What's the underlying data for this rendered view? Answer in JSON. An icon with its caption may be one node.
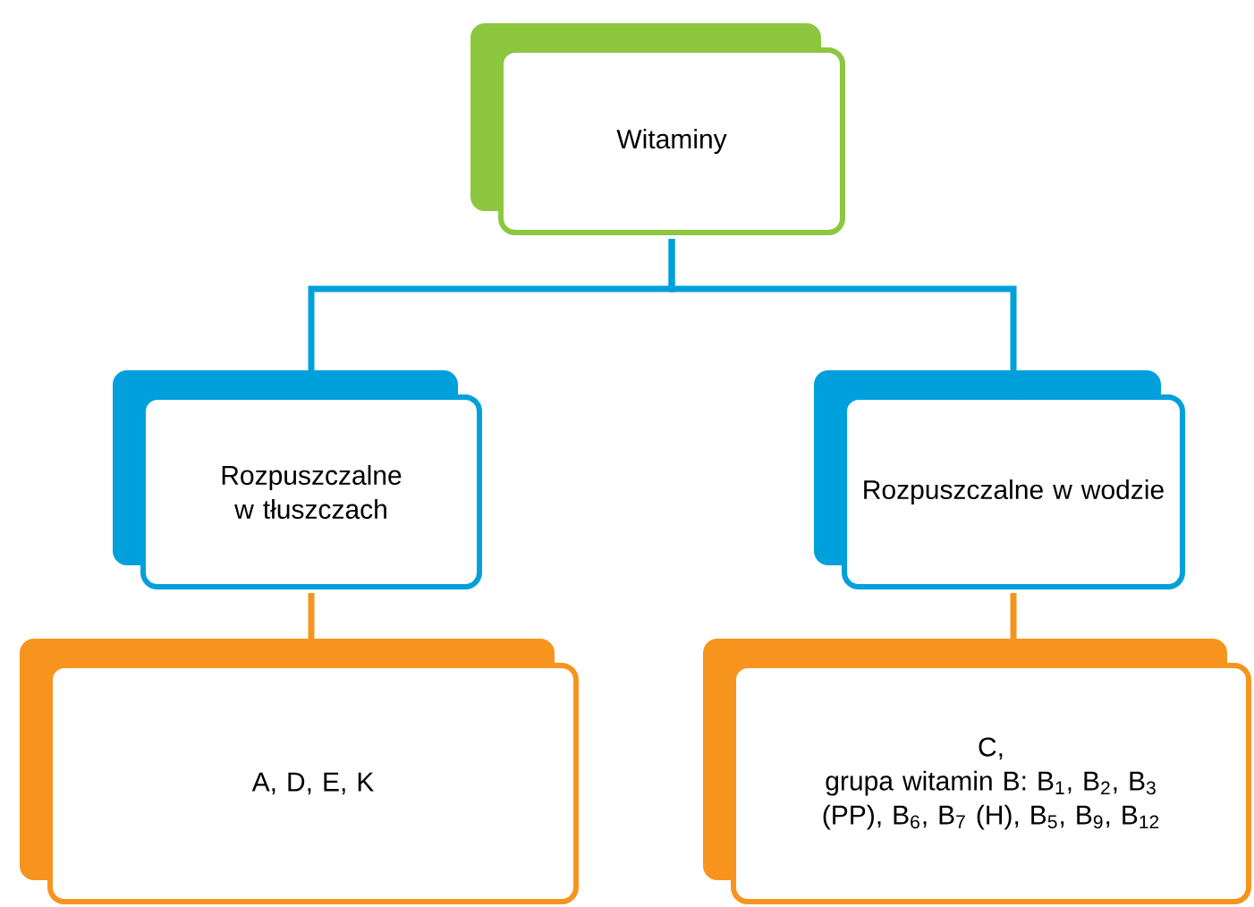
{
  "diagram": {
    "nodes": [
      {
        "text": [
          "Witaminy"
        ]
      },
      {
        "text": [
          "Rozpuszczalne w tłuszczach"
        ]
      },
      {
        "text": [
          "Rozpuszczalne w wodzie"
        ]
      },
      {
        "text": [
          "A, D, E, K"
        ]
      },
      {
        "text": [
          "C,",
          "grupa witamin B: B$_{1}$, B$_{2}$, B$_{3}$ (PP), B$_{6}$, B$_{7}$ (H), B$_{5}$, B$_{9}$, B$_{12}$"
        ]
      }
    ],
    "edges": [
      {
        "from": 0,
        "to": 1,
        "arrow": "none",
        "color": "#00a0dc"
      },
      {
        "from": 0,
        "to": 2,
        "arrow": "none",
        "color": "#00a0dc"
      },
      {
        "from": 1,
        "to": 3,
        "arrow": "none",
        "color": "#f7941d"
      },
      {
        "from": 2,
        "to": 4,
        "arrow": "none",
        "color": "#f7941d"
      }
    ]
  }
}
